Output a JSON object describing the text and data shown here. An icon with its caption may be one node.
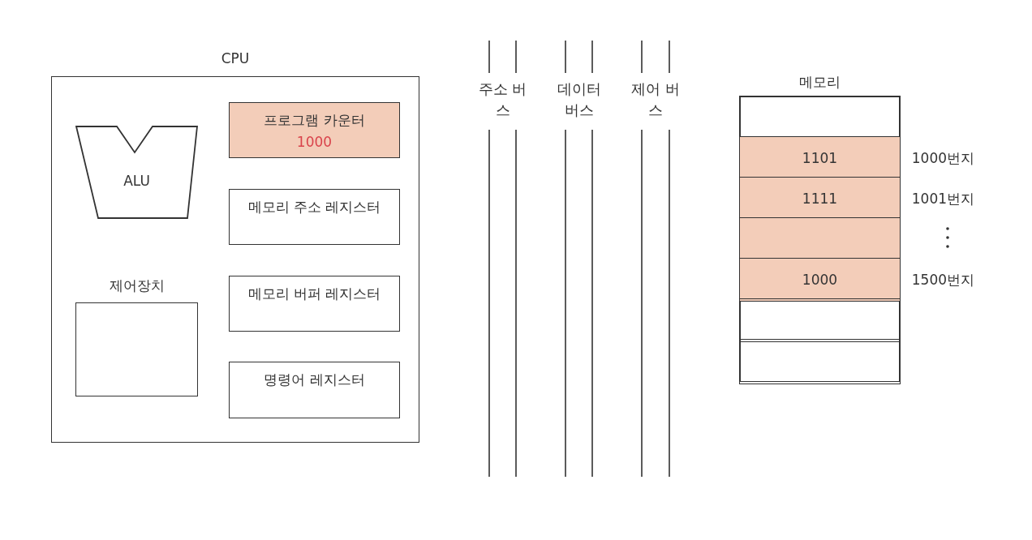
{
  "diagram": {
    "nodes": [
      {
        "text": [
          "CPU"
        ]
      },
      {
        "text": [
          "ALU"
        ],
        "in": 0
      },
      {
        "text": [
          "제어장치"
        ],
        "in": 0
      },
      {
        "text": [
          "프로그램 카운터",
          "1000"
        ],
        "in": 0
      },
      {
        "text": [
          "메모리 주소 레지스터"
        ],
        "in": 0
      },
      {
        "text": [
          "메모리 버퍼 레지스터"
        ],
        "in": 0
      },
      {
        "text": [
          "명령어 레지스터"
        ],
        "in": 0
      },
      {
        "text": [
          "메모리"
        ]
      },
      {
        "text": [],
        "shape": "box",
        "in": 7
      },
      {
        "text": [
          "1101"
        ],
        "beside": [
          "1000번지"
        ],
        "in": 7
      },
      {
        "text": [
          "1111"
        ],
        "beside": [
          "1001번지"
        ],
        "in": 7
      },
      {
        "text": [],
        "shape": "box",
        "in": 7
      },
      {
        "text": [
          "1000"
        ],
        "beside": [
          "1500번지"
        ],
        "in": 7
      },
      {
        "text": [],
        "shape": "box",
        "in": 7
      },
      {
        "text": [],
        "shape": "box",
        "in": 7
      }
    ],
    "labels": [
      "주소 버스",
      "데이터 버스",
      "제어 버스"
    ]
  }
}
